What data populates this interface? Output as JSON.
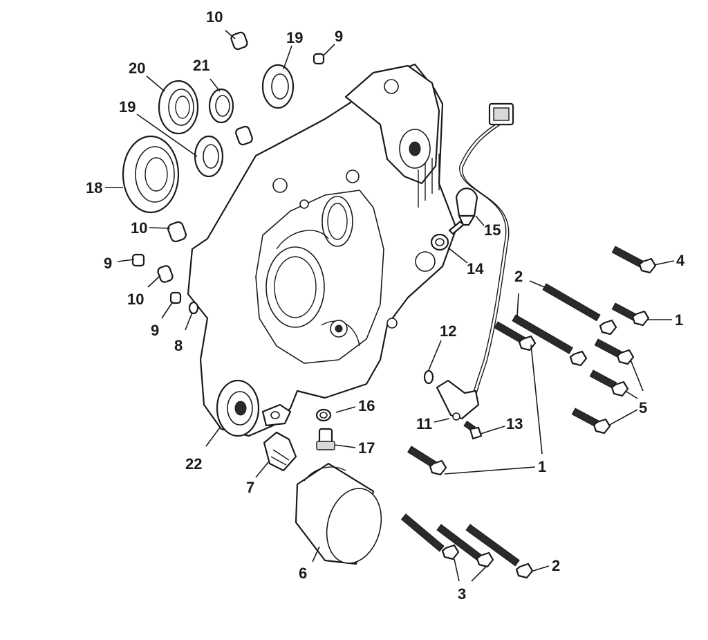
{
  "callouts": [
    "10",
    "19",
    "9",
    "20",
    "21",
    "19",
    "18",
    "10",
    "9",
    "10",
    "9",
    "8",
    "22",
    "7",
    "6",
    "16",
    "17",
    "15",
    "14",
    "12",
    "11",
    "13",
    "4",
    "2",
    "1",
    "5",
    "1",
    "3",
    "2"
  ]
}
